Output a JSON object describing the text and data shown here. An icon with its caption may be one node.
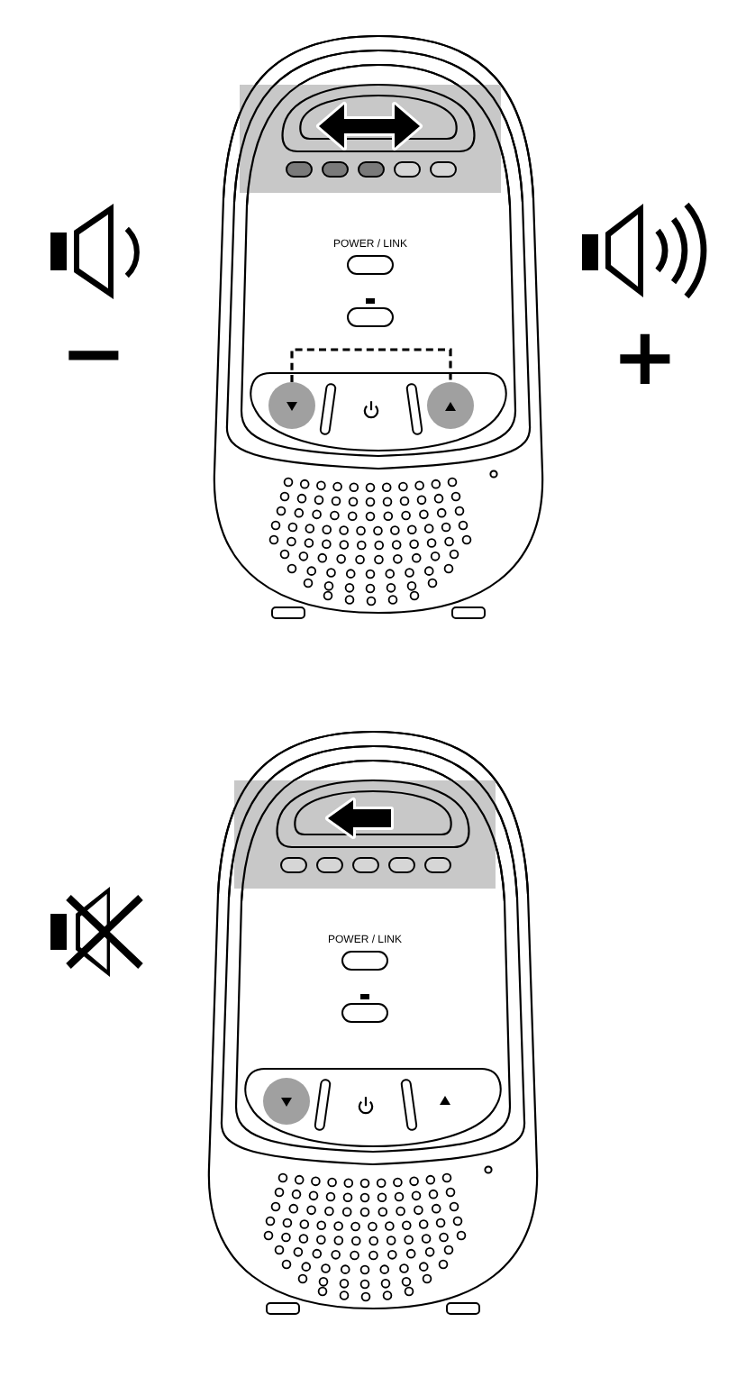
{
  "diagram": {
    "nodes": [
      {
        "text": [],
        "shape": "circle"
      },
      {
        "text": [],
        "shape": "circle"
      },
      {
        "text": [],
        "shape": "circle"
      }
    ],
    "edges": [
      {
        "from": 0,
        "to": 1,
        "arrow": "none",
        "style": "dashed"
      }
    ],
    "labels": [
      "POWER / LINK",
      "−",
      "+",
      "POWER / LINK"
    ]
  }
}
